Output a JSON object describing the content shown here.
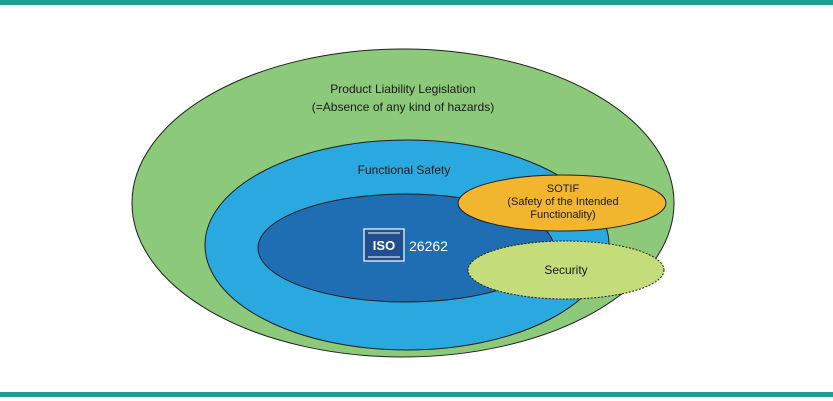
{
  "diagram": {
    "product_liability": {
      "line1": "Product Liability Legislation",
      "line2": "(=Absence of any kind of hazards)"
    },
    "functional_safety": {
      "label": "Functional Safety"
    },
    "iso": {
      "logo_text": "ISO",
      "number": "26262"
    },
    "sotif": {
      "line1": "SOTIF",
      "line2": "(Safety of the Intended",
      "line3": "Functionality)"
    },
    "security": {
      "label": "Security"
    }
  },
  "colors": {
    "rule": "#1a9e8f",
    "product_liability_fill": "#8cc97b",
    "functional_safety_fill": "#2aa8e0",
    "iso_fill": "#1f6db3",
    "sotif_fill": "#f2b52e",
    "security_fill": "#c5dc7a"
  },
  "icons": {
    "iso_logo": "iso-logo-icon"
  }
}
